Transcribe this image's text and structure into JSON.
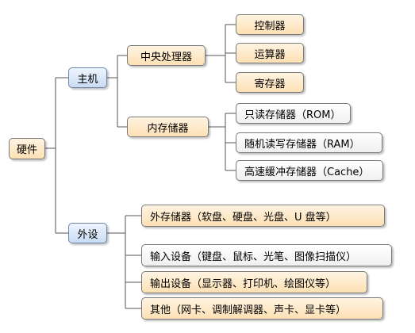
{
  "root": {
    "label": "硬件"
  },
  "host": {
    "label": "主机",
    "cpu": {
      "label": "中央处理器",
      "children": [
        "控制器",
        "运算器",
        "寄存器"
      ]
    },
    "memory": {
      "label": "内存储器",
      "children": [
        "只读存储器（ROM）",
        "随机读写存储器（RAM）",
        "高速缓冲存储器（Cache）"
      ]
    }
  },
  "peripheral": {
    "label": "外设",
    "children": [
      "外存储器（软盘、硬盘、光盘、U 盘等）",
      "输入设备（键盘、鼠标、光笔、图像扫描仪）",
      "输出设备（显示器、打印机、绘图仪等）",
      "其他（网卡、调制解调器、声卡、显卡等）"
    ]
  },
  "colors": {
    "peach": "#fde0b4",
    "blue": "#c9dcf3",
    "line": "#555555"
  }
}
